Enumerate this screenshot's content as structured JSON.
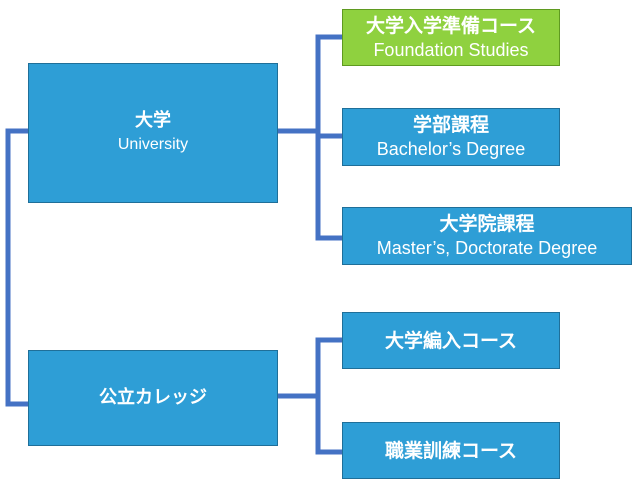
{
  "nodes": {
    "university": {
      "jp": "大学",
      "en": "University"
    },
    "community_college": {
      "jp": "公立カレッジ"
    },
    "foundation": {
      "jp": "大学入学準備コース",
      "en": "Foundation Studies"
    },
    "bachelor": {
      "jp": "学部課程",
      "en": "Bachelor’s Degree"
    },
    "master": {
      "jp": "大学院課程",
      "en": "Master’s, Doctorate Degree"
    },
    "transfer": {
      "jp": "大学編入コース"
    },
    "vocational": {
      "jp": "職業訓練コース"
    }
  },
  "colors": {
    "box_blue": "#2e9ed6",
    "box_green": "#8fd13f",
    "connector": "#4472c4"
  }
}
